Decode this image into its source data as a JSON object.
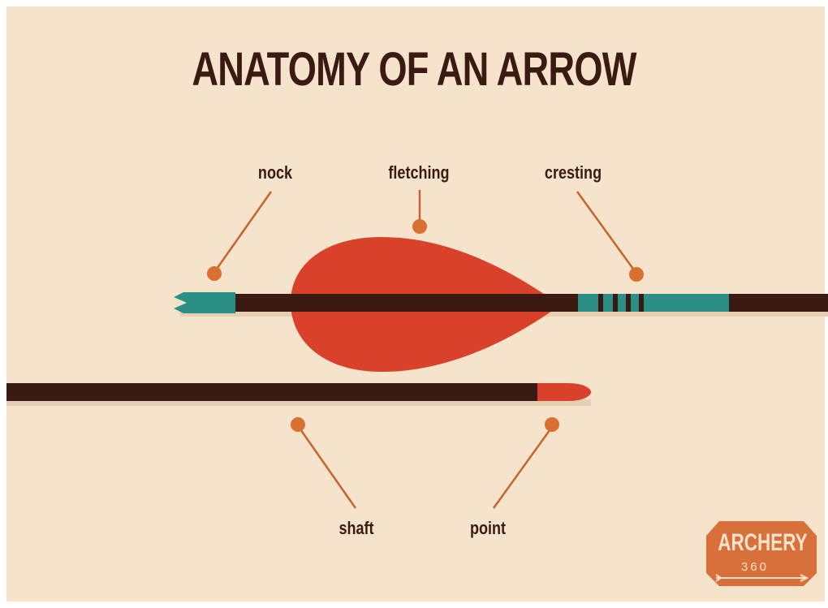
{
  "title": "ANATOMY OF AN ARROW",
  "labels": {
    "nock": "nock",
    "fletching": "fletching",
    "cresting": "cresting",
    "shaft": "shaft",
    "point": "point"
  },
  "logo": {
    "name": "ARCHERY",
    "sub": "360"
  },
  "colors": {
    "background": "#f5e3cc",
    "shaft": "#3a1a12",
    "fletching": "#d9412b",
    "teal": "#2a8f87",
    "leader": "#c8642a",
    "logo": "#d9703a"
  }
}
